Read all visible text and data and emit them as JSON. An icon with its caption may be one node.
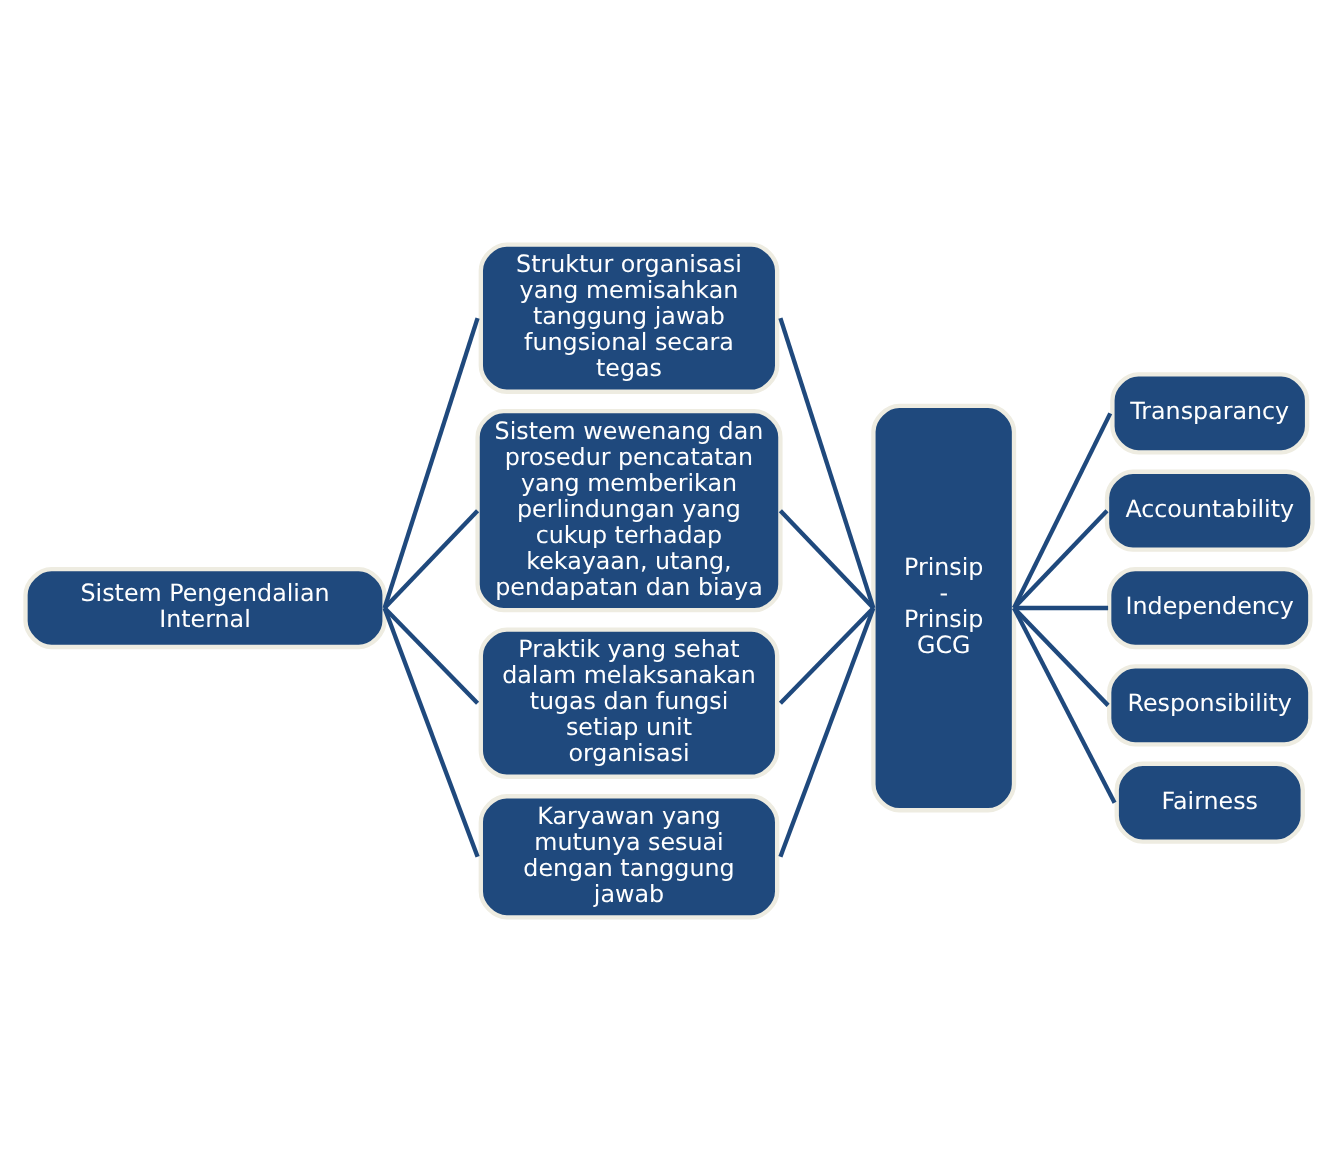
{
  "diagram": {
    "nodes": [
      {
        "text": [
          "Sistem Pengendalian Internal"
        ]
      },
      {
        "text": [
          "Struktur organisasi yang memisahkan tanggung jawab fungsional secara tegas"
        ]
      },
      {
        "text": [
          "Sistem wewenang dan prosedur pencatatan yang memberikan perlindungan yang cukup terhadap kekayaan, utang, pendapatan dan biaya"
        ]
      },
      {
        "text": [
          "Praktik yang sehat dalam melaksanakan tugas dan fungsi setiap unit organisasi"
        ]
      },
      {
        "text": [
          "Karyawan yang mutunya sesuai dengan tanggung jawab"
        ]
      },
      {
        "text": [
          "Prinsip - Prinsip GCG"
        ]
      },
      {
        "text": [
          "Transparancy"
        ]
      },
      {
        "text": [
          "Accountability"
        ]
      },
      {
        "text": [
          "Independency"
        ]
      },
      {
        "text": [
          "Responsibility"
        ]
      },
      {
        "text": [
          "Fairness"
        ]
      }
    ],
    "edges": [
      {
        "from": 0,
        "to": 1,
        "arrow": "none"
      },
      {
        "from": 0,
        "to": 2,
        "arrow": "none"
      },
      {
        "from": 0,
        "to": 3,
        "arrow": "none"
      },
      {
        "from": 0,
        "to": 4,
        "arrow": "none"
      },
      {
        "from": 1,
        "to": 5,
        "arrow": "none"
      },
      {
        "from": 2,
        "to": 5,
        "arrow": "none"
      },
      {
        "from": 3,
        "to": 5,
        "arrow": "none"
      },
      {
        "from": 4,
        "to": 5,
        "arrow": "none"
      },
      {
        "from": 5,
        "to": 6,
        "arrow": "none"
      },
      {
        "from": 5,
        "to": 7,
        "arrow": "none"
      },
      {
        "from": 5,
        "to": 8,
        "arrow": "none"
      },
      {
        "from": 5,
        "to": 9,
        "arrow": "none"
      },
      {
        "from": 5,
        "to": 10,
        "arrow": "none"
      }
    ]
  }
}
